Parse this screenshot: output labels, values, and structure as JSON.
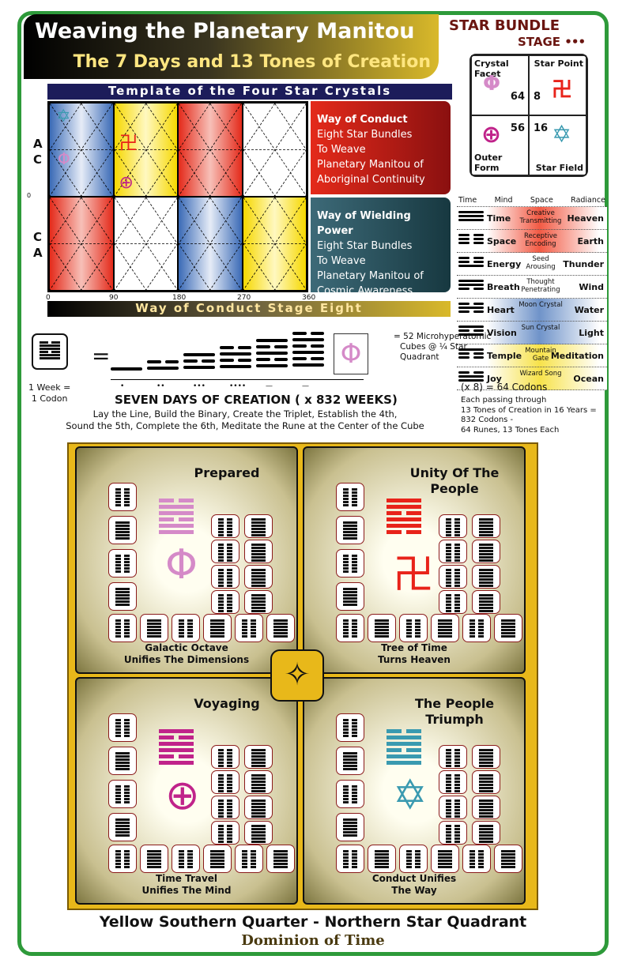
{
  "title": "Weaving the Planetary Manitou",
  "subtitle": "The 7 Days and 13 Tones of Creation",
  "star_bundle": {
    "title": "STAR BUNDLE",
    "stage": "STAGE",
    "quadrants": [
      "Crystal Facet",
      "Star Point",
      "Outer Form",
      "Star Field"
    ],
    "numbers": [
      "64",
      "8",
      "56",
      "16"
    ]
  },
  "template": {
    "header": "Template of the Four Star Crystals",
    "row_labels": [
      "A\nC",
      "C\nA"
    ],
    "zero": "0",
    "axis": [
      "0",
      "90",
      "180",
      "270",
      "360"
    ],
    "footer": "Way of Conduct Stage Eight"
  },
  "way_conduct": {
    "title": "Way of Conduct",
    "lines": [
      "Eight Star Bundles",
      "To Weave",
      "Planetary Manitou of",
      "Aboriginal Continuity"
    ]
  },
  "way_power": {
    "title": "Way of Wielding Power",
    "lines": [
      "Eight Star Bundles",
      "To Weave",
      "Planetary Manitou of",
      "Cosmic Awareness"
    ]
  },
  "trigram_header": [
    "Time",
    "Mind",
    "Space",
    "Radiance"
  ],
  "trigrams": [
    {
      "name": "Time",
      "mid": "Creative Transmitting",
      "right": "Heaven",
      "lines": "111"
    },
    {
      "name": "Space",
      "mid": "Receptive Encoding",
      "right": "Earth",
      "lines": "000"
    },
    {
      "name": "Energy",
      "mid": "Seed Arousing",
      "right": "Thunder",
      "lines": "001"
    },
    {
      "name": "Breath",
      "mid": "Thought Penetrating",
      "right": "Wind",
      "lines": "110"
    },
    {
      "name": "Heart",
      "mid": "Moon Crystal",
      "right": "Water",
      "lines": "010"
    },
    {
      "name": "Vision",
      "mid": "Sun Crystal",
      "right": "Light",
      "lines": "101"
    },
    {
      "name": "Temple",
      "mid": "Mountain Gate",
      "right": "Meditation",
      "lines": "100"
    },
    {
      "name": "Joy",
      "mid": "Wizard Song",
      "right": "Ocean",
      "lines": "011"
    }
  ],
  "codons_note": "(x 8) = 64 Codons",
  "codons_detail": [
    "Each passing through",
    "13 Tones of Creation in 16 Years =",
    "832 Codons -",
    "64 Runes, 13 Tones Each"
  ],
  "week": "1 Week =",
  "codon": "1 Codon",
  "equals": "=",
  "cube_note": [
    "= 52 Microhyperatomic",
    "Cubes @ ¼ Star",
    "Quadrant"
  ],
  "seven_days": "SEVEN DAYS OF CREATION ( x 832 WEEKS)",
  "seven_lines": [
    "Lay the Line, Build the Binary, Create the Triplet, Establish the 4th,",
    "Sound the 5th, Complete the 6th, Meditate the Rune at the Center of the Cube"
  ],
  "panels": [
    {
      "title": "Prepared",
      "caption": [
        "Galactic Octave",
        "Unifies The Dimensions"
      ],
      "color": "#d58ac8"
    },
    {
      "title": "Unity Of The People",
      "caption": [
        "Tree of Time",
        "Turns Heaven"
      ],
      "color": "#e8231a"
    },
    {
      "title": "Voyaging",
      "caption": [
        "Time Travel",
        "Unifies The Mind"
      ],
      "color": "#c0238a"
    },
    {
      "title": "The People Triumph",
      "caption": [
        "Conduct Unifies",
        "The Way"
      ],
      "color": "#3a9ab0"
    }
  ],
  "footer": "Yellow Southern Quarter - Northern Star Quadrant",
  "footer2": "Dominion of Time"
}
